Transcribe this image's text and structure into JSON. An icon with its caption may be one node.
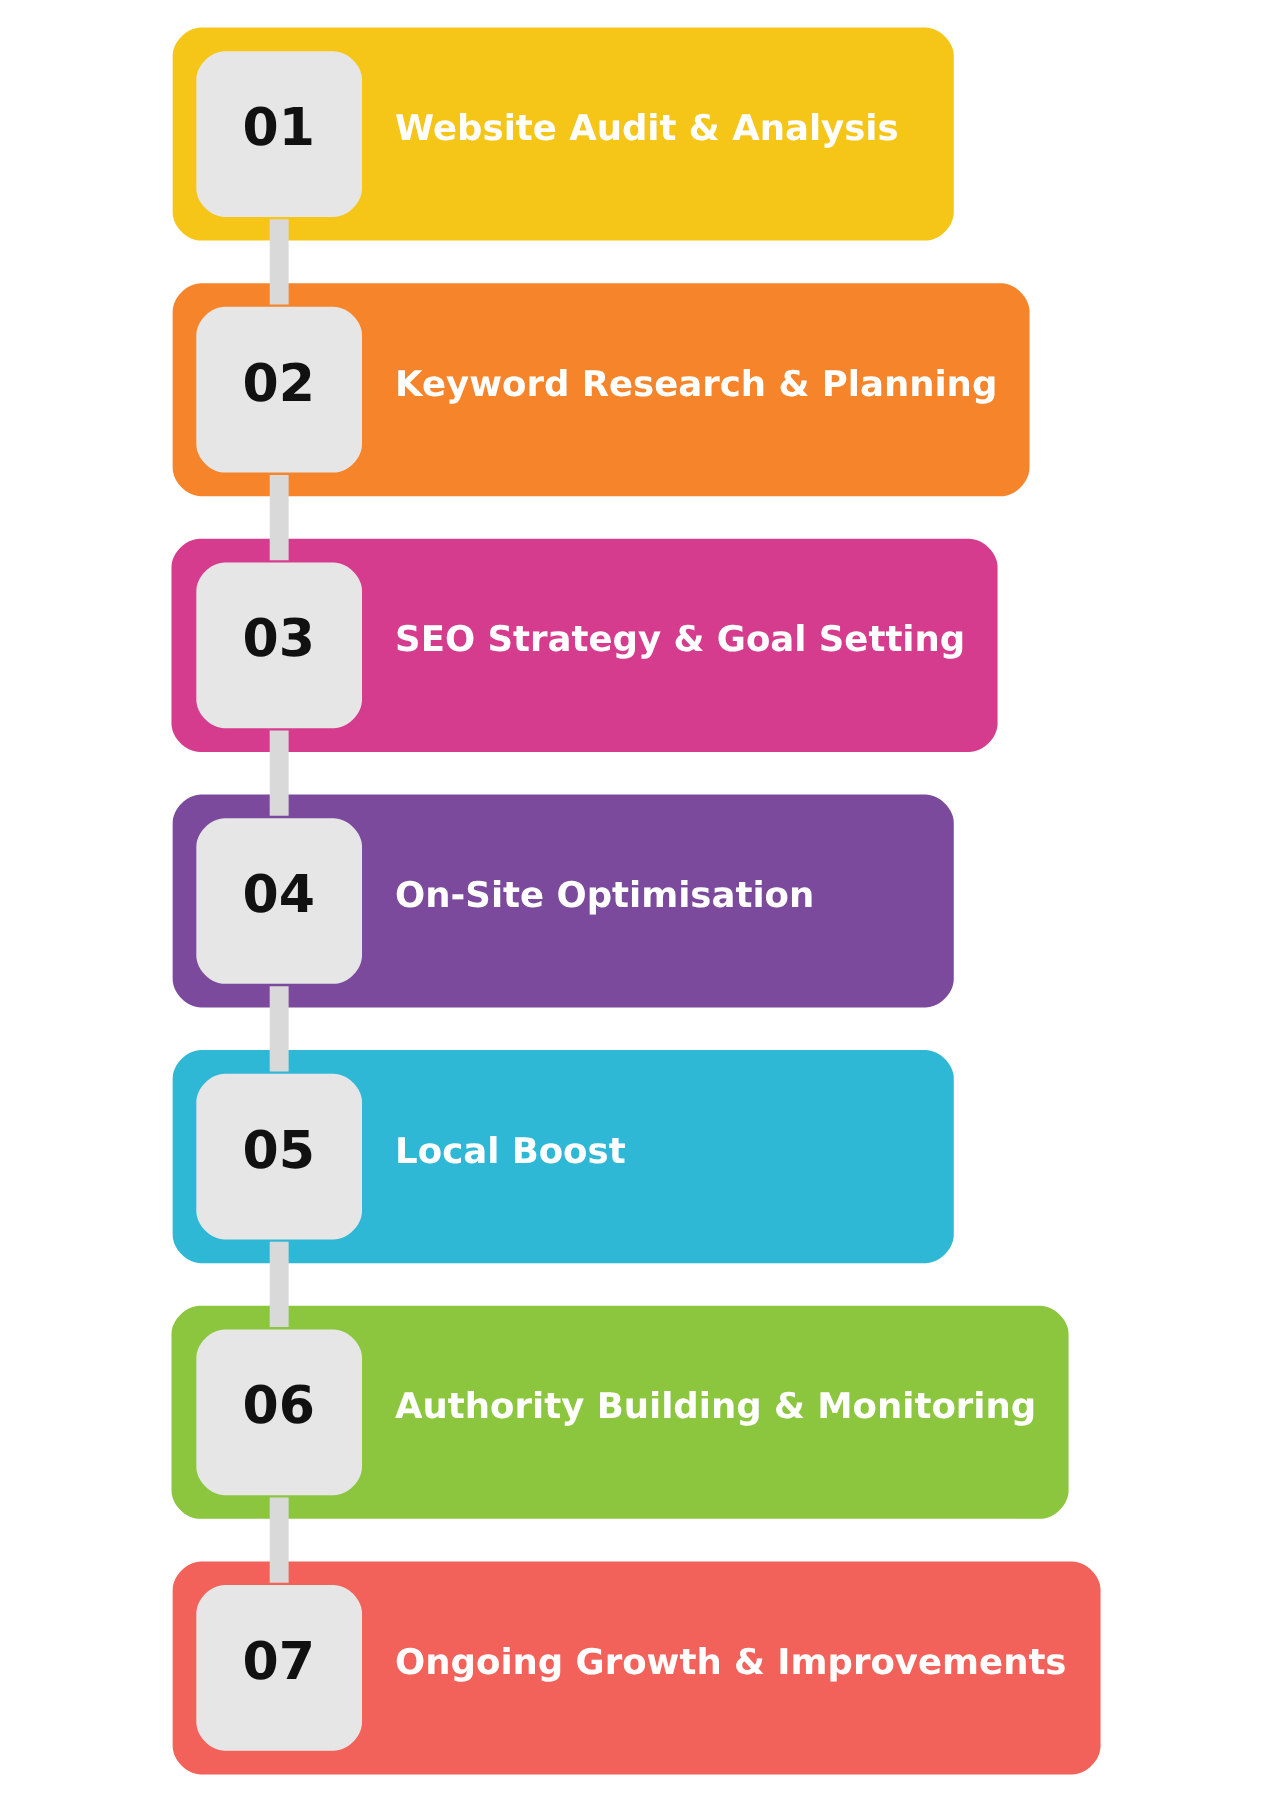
{
  "diagram": {
    "nodes": [
      {
        "text": [
          "01",
          "Website Audit & Analysis"
        ]
      },
      {
        "text": [
          "02",
          "Keyword Research & Planning"
        ]
      },
      {
        "text": [
          "03",
          "SEO Strategy & Goal Setting"
        ]
      },
      {
        "text": [
          "04",
          "On-Site Optimisation"
        ]
      },
      {
        "text": [
          "05",
          "Local Boost"
        ]
      },
      {
        "text": [
          "06",
          "Authority Building & Monitoring"
        ]
      },
      {
        "text": [
          "07",
          "Ongoing Growth & Improvements"
        ]
      }
    ],
    "edges": [
      {
        "from": 0,
        "to": 1,
        "arrow": "none"
      },
      {
        "from": 1,
        "to": 2,
        "arrow": "none"
      },
      {
        "from": 2,
        "to": 3,
        "arrow": "none"
      },
      {
        "from": 3,
        "to": 4,
        "arrow": "none"
      },
      {
        "from": 4,
        "to": 5,
        "arrow": "none"
      },
      {
        "from": 5,
        "to": 6,
        "arrow": "none"
      }
    ]
  }
}
